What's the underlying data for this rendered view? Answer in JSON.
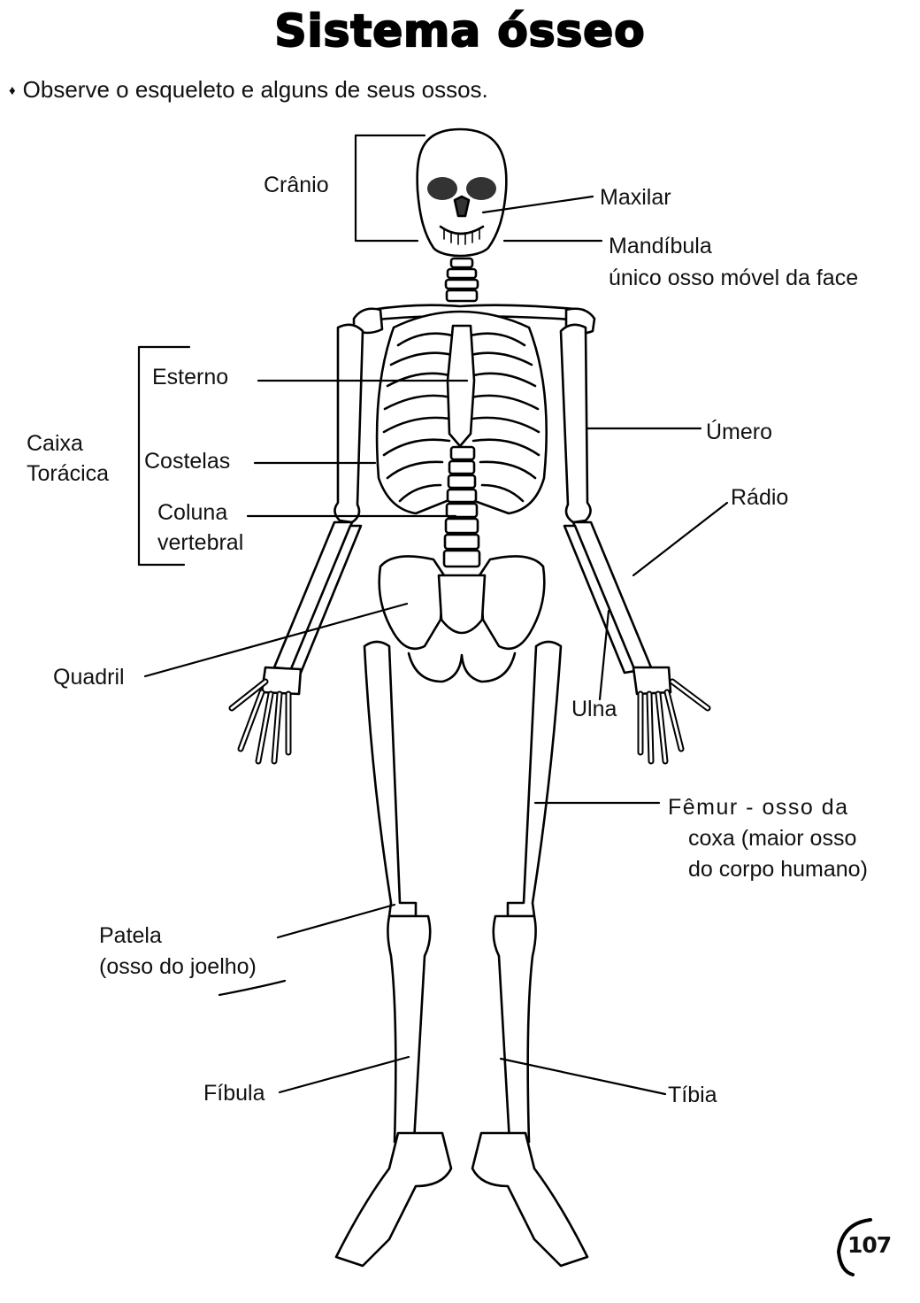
{
  "page": {
    "title": "Sistema ósseo",
    "instruction_bullet": "♦",
    "instruction": "Observe o esqueleto e alguns de seus ossos.",
    "page_number": "107"
  },
  "labels": {
    "cranio": "Crânio",
    "maxilar": "Maxilar",
    "mandibula": "Mandíbula",
    "mandibula_note": "único osso móvel da face",
    "caixa_1": "Caixa",
    "caixa_2": "Torácica",
    "esterno": "Esterno",
    "costelas": "Costelas",
    "coluna_1": "Coluna",
    "coluna_2": "vertebral",
    "umero": "Úmero",
    "radio": "Rádio",
    "ulna": "Ulna",
    "quadril": "Quadril",
    "femur_1": "Fêmur - osso da",
    "femur_2": "coxa (maior osso",
    "femur_3": "do corpo humano)",
    "patela_1": "Patela",
    "patela_2": "(osso do joelho)",
    "fibula": "Fíbula",
    "tibia": "Tíbia"
  },
  "colors": {
    "ink": "#111111",
    "paper": "#ffffff"
  }
}
